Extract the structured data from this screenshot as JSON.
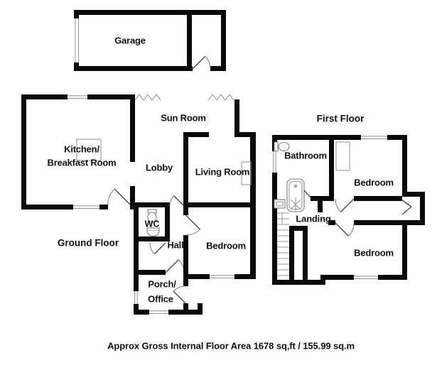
{
  "document_type": "floor-plan",
  "colors": {
    "wall": "#0a0a0a",
    "thin": "#9a9a9a",
    "background": "#ffffff",
    "text": "#111111"
  },
  "labels": {
    "garage": "Garage",
    "sun_room": "Sun Room",
    "kitchen_1": "Kitchen/",
    "kitchen_2": "Breakfast Room",
    "lobby": "Lobby",
    "living_room": "Living Room",
    "ground_floor": "Ground Floor",
    "wc": "WC",
    "hall": "Hall",
    "bedroom_ground": "Bedroom",
    "porch_1": "Porch/",
    "porch_2": "Office",
    "first_floor": "First Floor",
    "bathroom": "Bathroom",
    "bedroom_front": "Bedroom",
    "landing": "Landing",
    "bedroom_back": "Bedroom",
    "footer": "Approx Gross Internal Floor Area 1678 sq,ft / 155.99 sq.m"
  },
  "fixtures": [
    "toilet-icon",
    "basin-icon",
    "bathtub-icon",
    "staircase-icon"
  ]
}
